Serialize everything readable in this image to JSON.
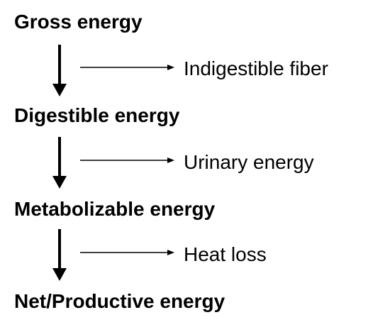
{
  "stages": [
    {
      "label": "Gross energy"
    },
    {
      "label": "Digestible energy"
    },
    {
      "label": "Metabolizable energy"
    },
    {
      "label": "Net/Productive energy"
    }
  ],
  "losses": [
    {
      "label": "Indigestible fiber"
    },
    {
      "label": "Urinary energy"
    },
    {
      "label": "Heat loss"
    }
  ],
  "colors": {
    "text": "#000000",
    "background": "#ffffff"
  }
}
